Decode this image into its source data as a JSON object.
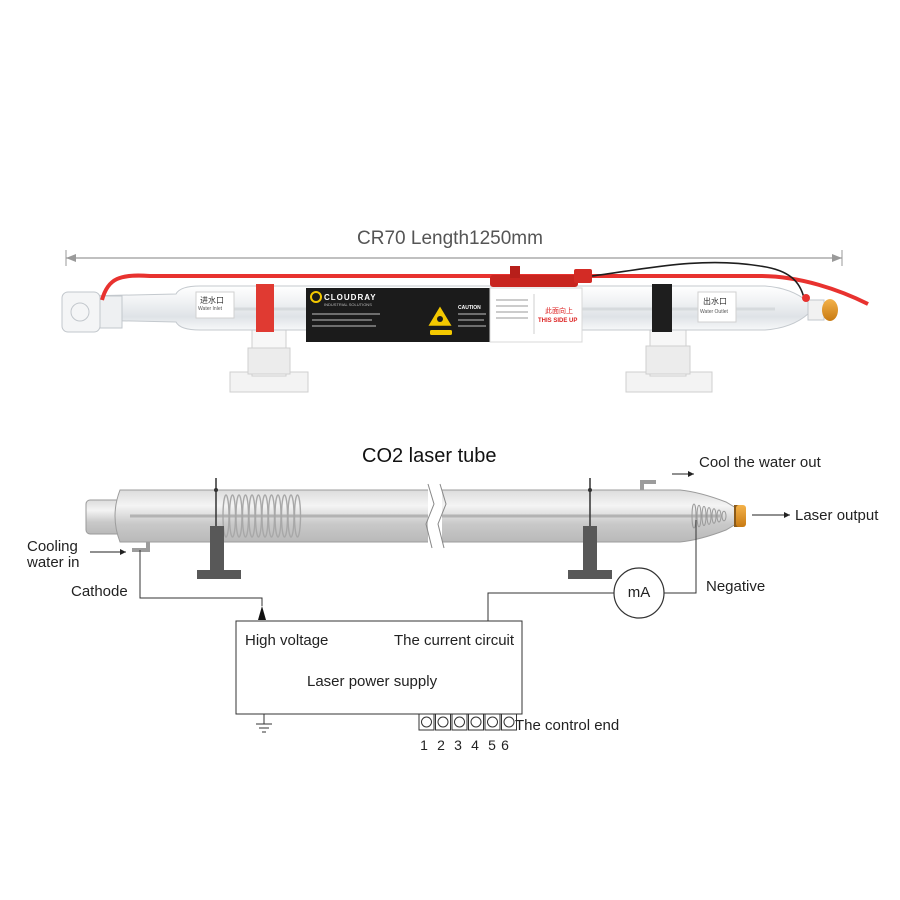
{
  "photo": {
    "title": "CR70 Length1250mm",
    "brand": "CLOUDRAY",
    "brand_tagline": "INDUSTRIAL SOLUTIONS",
    "caution": "CAUTION",
    "inlet_tag": "进水口",
    "inlet_tag_en": "Water Inlet",
    "outlet_tag": "出水口",
    "outlet_tag_en": "Water Outlet",
    "this_side_up_cn": "此面向上",
    "this_side_up": "THIS SIDE UP",
    "colors": {
      "hv_wire": "#e8322f",
      "label_bg": "#1b1b1b",
      "warning": "#f3c800",
      "bracket": "#f2f2f2"
    }
  },
  "diagram": {
    "title": "CO2 laser tube",
    "labels": {
      "cool_water_out": "Cool the water out",
      "laser_output": "Laser output",
      "cooling_water_in_line1": "Cooling",
      "cooling_water_in_line2": "water in",
      "cathode": "Cathode",
      "negative": "Negative",
      "meter": "mA",
      "high_voltage": "High voltage",
      "current_circuit": "The current circuit",
      "power_supply": "Laser power supply",
      "control_end": "The control end"
    },
    "pins": [
      "1",
      "2",
      "3",
      "4",
      "5",
      "6"
    ]
  }
}
